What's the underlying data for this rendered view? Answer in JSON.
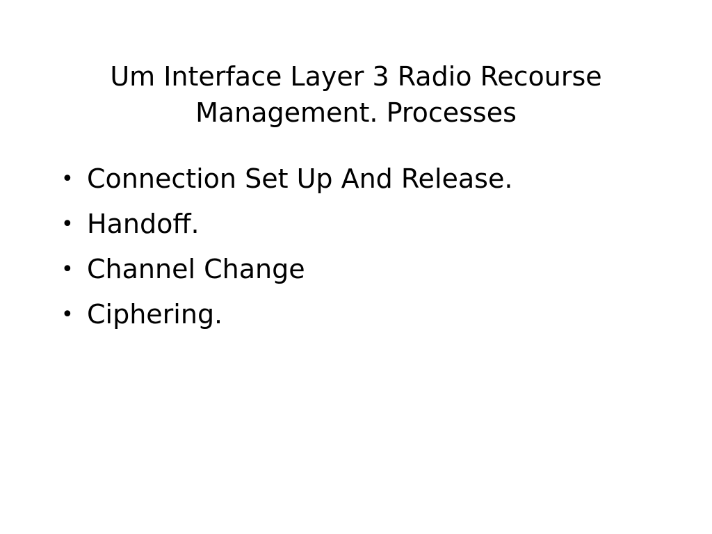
{
  "slide": {
    "title_lines": [
      "Um Interface Layer 3 Radio Recourse",
      "Management. Processes"
    ],
    "bullet_symbol": "•",
    "bullets": [
      "Connection Set Up And Release.",
      "Handoff.",
      "Channel Change",
      "Ciphering."
    ]
  }
}
